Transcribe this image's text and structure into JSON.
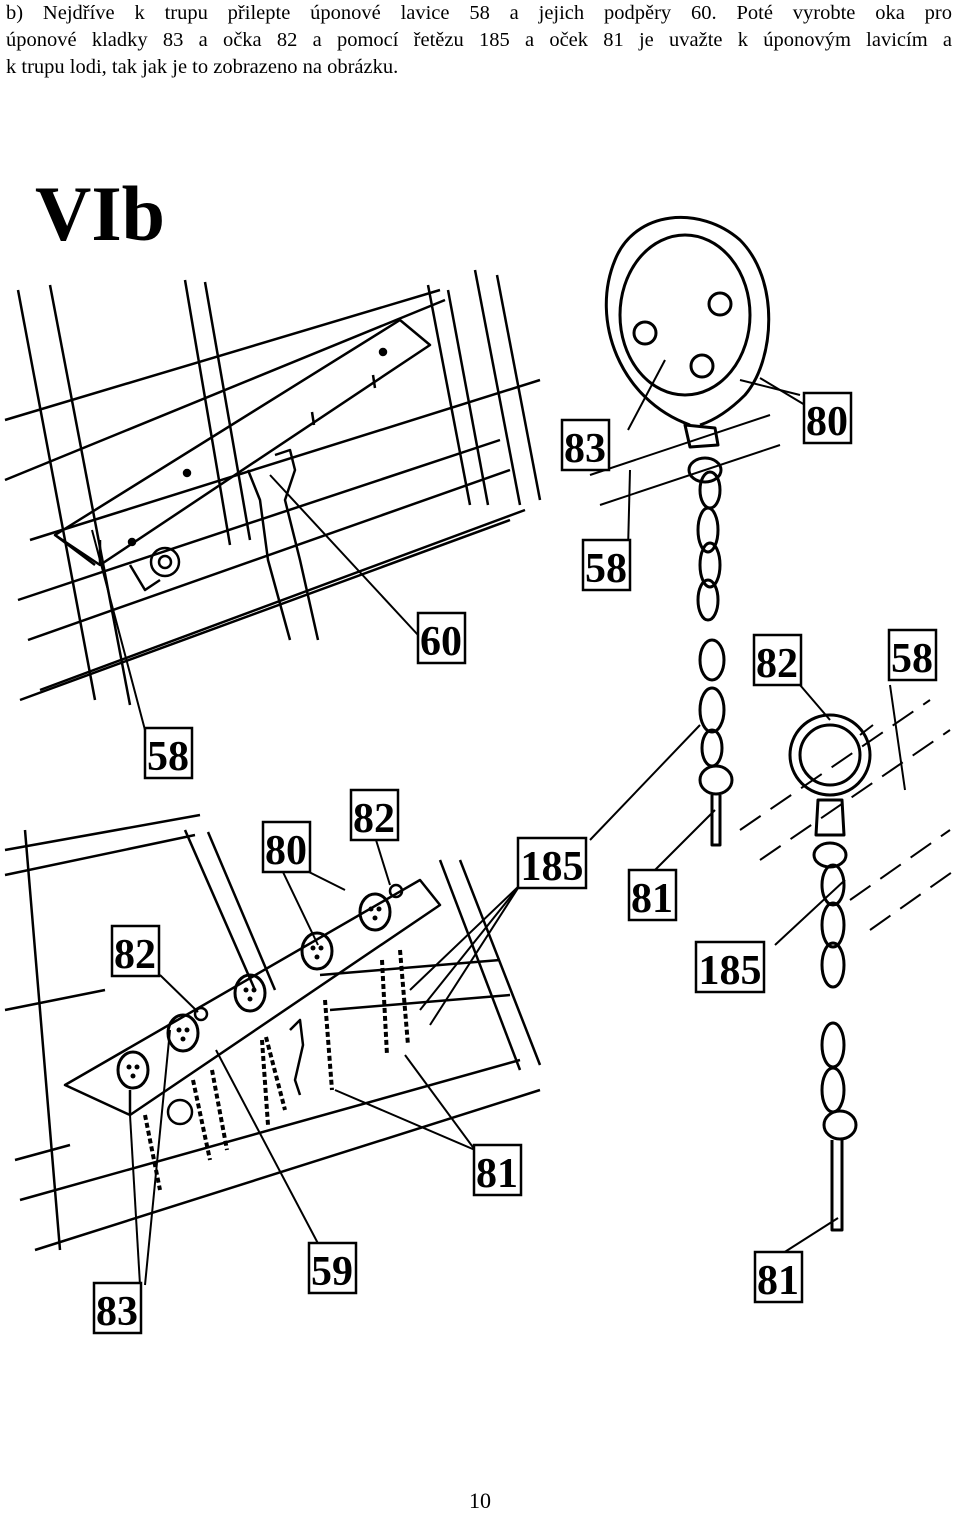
{
  "instructions": {
    "line1": "b) Nejdříve k trupu přilepte úponové lavice 58 a jejich podpěry 60. Poté vyrobte oka pro",
    "line2": "úponové kladky 83 a očka 82 a pomocí řetězu 185 a oček 81 je uvažte k úponovým lavicím a",
    "line3": "k trupu lodi, tak jak je to zobrazeno na obrázku."
  },
  "figure": {
    "section_title": "VIb",
    "callouts": {
      "c83_top": "83",
      "c80_top": "80",
      "c58_top_right": "58",
      "c60": "60",
      "c58_left": "58",
      "c82_right": "82",
      "c58_right": "58",
      "c80_mid": "80",
      "c82_mid": "82",
      "c185_mid": "185",
      "c81_mid": "81",
      "c82_left": "82",
      "c185_right": "185",
      "c81_bottom_mid": "81",
      "c59": "59",
      "c83_bottom": "83",
      "c81_bottom_right": "81"
    }
  },
  "page_number": "10"
}
